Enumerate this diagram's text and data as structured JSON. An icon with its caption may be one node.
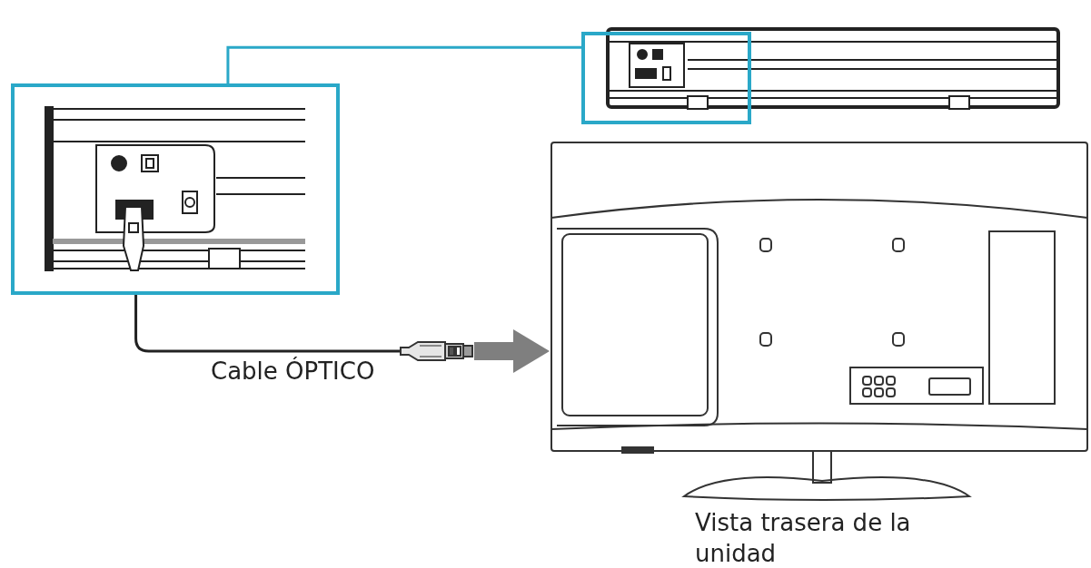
{
  "diagram": {
    "nodes": [
      {
        "text": [],
        "shape": "box"
      },
      {
        "text": [],
        "shape": "box"
      },
      {
        "text": [],
        "shape": "picture",
        "beside": [
          "Vista trasera de la unidad"
        ]
      },
      {
        "text": [],
        "shape": "picture"
      }
    ],
    "edges": [
      {
        "from": 0,
        "to": 1,
        "arrow": "none",
        "color": "#2aa8c8"
      },
      {
        "from": 0,
        "to": 3,
        "arrow": "none",
        "color": "#222222"
      },
      {
        "from": 3,
        "to": 2,
        "arrow": "to",
        "style": "thick",
        "color": "#7f7f7f"
      }
    ],
    "labels": [
      "Cable ÓPTICO"
    ]
  }
}
